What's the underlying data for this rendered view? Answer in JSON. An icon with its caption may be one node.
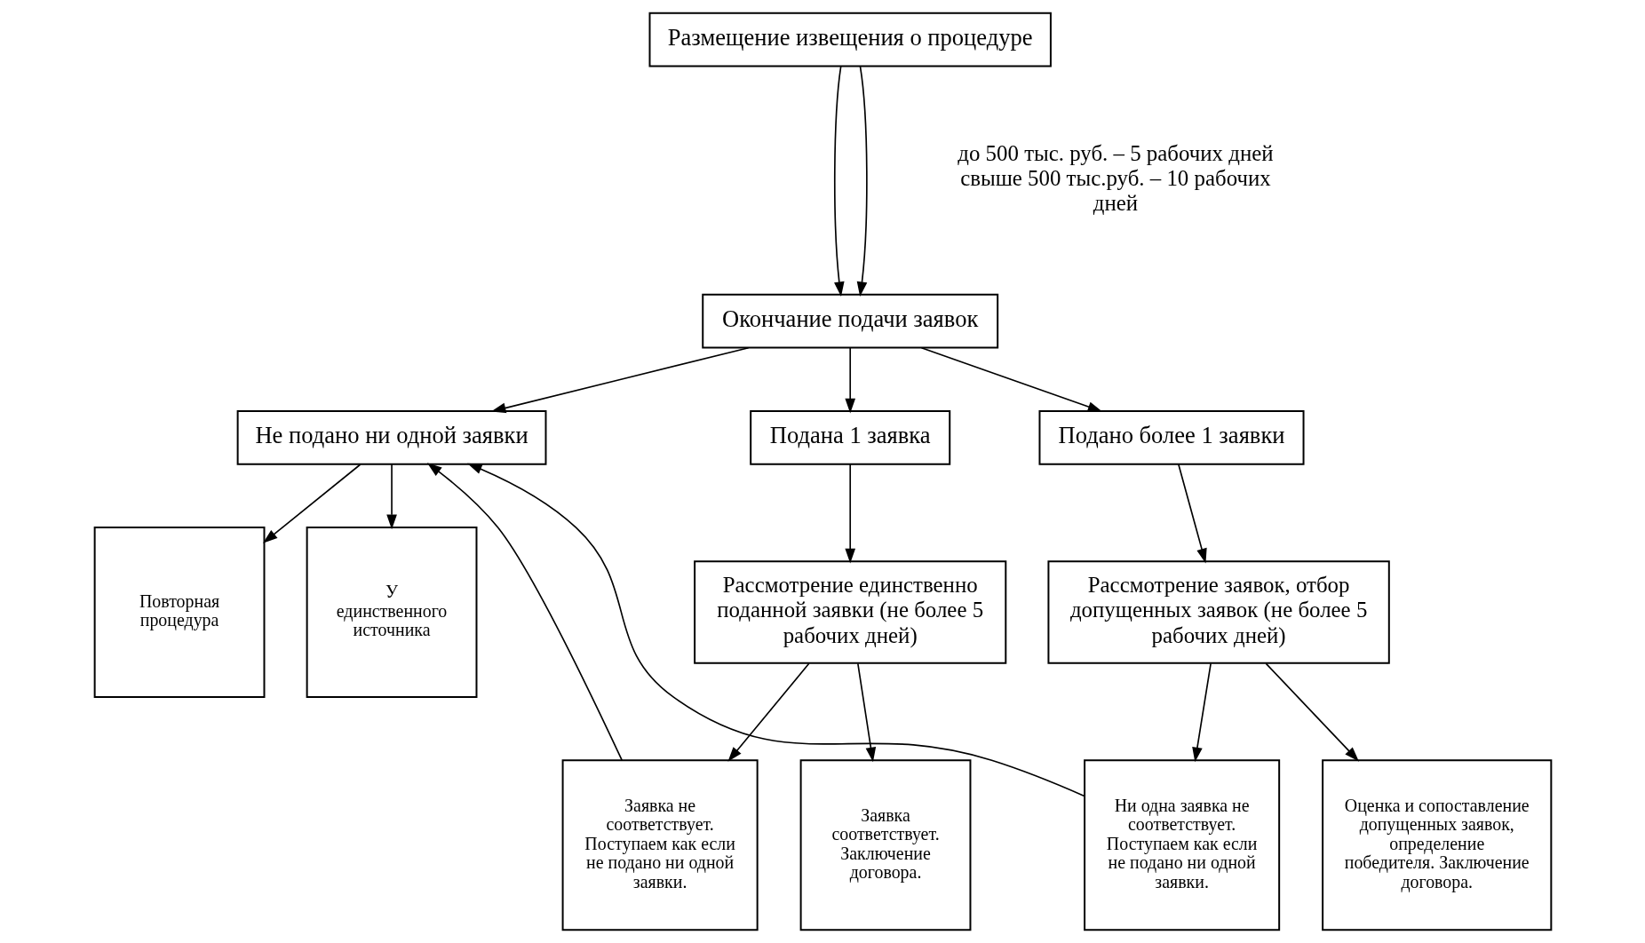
{
  "diagram": {
    "nodes": [
      {
        "text": [
          "Размещение извещения о процедуре"
        ]
      },
      {
        "text": [
          "Окончание подачи заявок"
        ]
      },
      {
        "text": [
          "Не подано ни одной заявки"
        ]
      },
      {
        "text": [
          "Подана 1 заявка"
        ]
      },
      {
        "text": [
          "Подано более 1 заявки"
        ]
      },
      {
        "text": [
          "Повторная процедура"
        ]
      },
      {
        "text": [
          "У единственного источника"
        ]
      },
      {
        "text": [
          "Рассмотрение единственно поданной заявки (не более 5 рабочих дней)"
        ]
      },
      {
        "text": [
          "Рассмотрение заявок, отбор допущенных заявок (не более 5 рабочих дней)"
        ]
      },
      {
        "text": [
          "Заявка не соответствует. Поступаем как если не подано ни одной заявки."
        ]
      },
      {
        "text": [
          "Заявка соответствует. Заключение договора."
        ]
      },
      {
        "text": [
          "Ни одна заявка не соответствует. Поступаем как если не подано ни одной заявки."
        ]
      },
      {
        "text": [
          "Оценка и сопоставление допущенных заявок, определение победителя. Заключение договора."
        ]
      }
    ],
    "edges": [
      {
        "from": 0,
        "to": 1,
        "arrow": "to"
      },
      {
        "from": 0,
        "to": 1,
        "arrow": "to"
      },
      {
        "from": 1,
        "to": 2,
        "arrow": "to"
      },
      {
        "from": 1,
        "to": 3,
        "arrow": "to"
      },
      {
        "from": 1,
        "to": 4,
        "arrow": "to"
      },
      {
        "from": 2,
        "to": 5,
        "arrow": "to"
      },
      {
        "from": 2,
        "to": 6,
        "arrow": "to"
      },
      {
        "from": 3,
        "to": 7,
        "arrow": "to"
      },
      {
        "from": 4,
        "to": 8,
        "arrow": "to"
      },
      {
        "from": 7,
        "to": 9,
        "arrow": "to"
      },
      {
        "from": 7,
        "to": 10,
        "arrow": "to"
      },
      {
        "from": 8,
        "to": 11,
        "arrow": "to"
      },
      {
        "from": 8,
        "to": 12,
        "arrow": "to"
      },
      {
        "from": 9,
        "to": 2,
        "arrow": "to"
      },
      {
        "from": 11,
        "to": 2,
        "arrow": "to"
      }
    ],
    "labels": [
      "до 500 тыс. руб. – 5 рабочих дней свыше 500 тыс.руб. – 10 рабочих дней"
    ]
  }
}
